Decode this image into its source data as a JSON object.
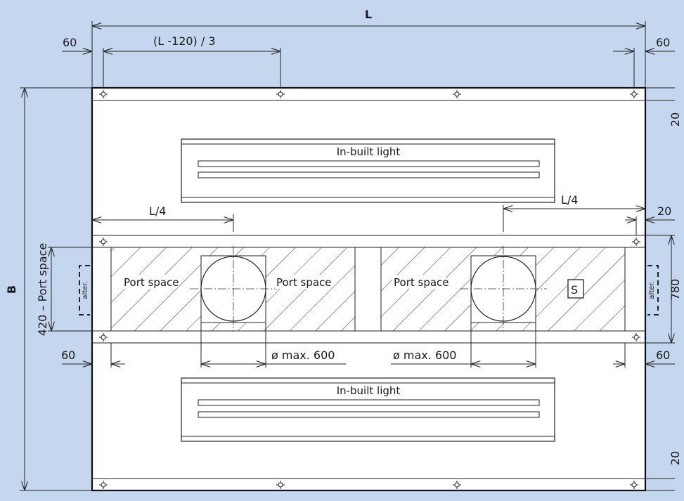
{
  "dimensions": {
    "length": "L",
    "breadth": "B",
    "edge_60": "60",
    "spacing": "(L -120) / 3",
    "quarter": "L/4",
    "gap_20": "20",
    "depth_780": "780",
    "port_height": "420 – Port space",
    "diameter": "ø max. 600"
  },
  "labels": {
    "light": "In-built light",
    "port_space": "Port space",
    "alter": "alter.",
    "service": "S"
  }
}
